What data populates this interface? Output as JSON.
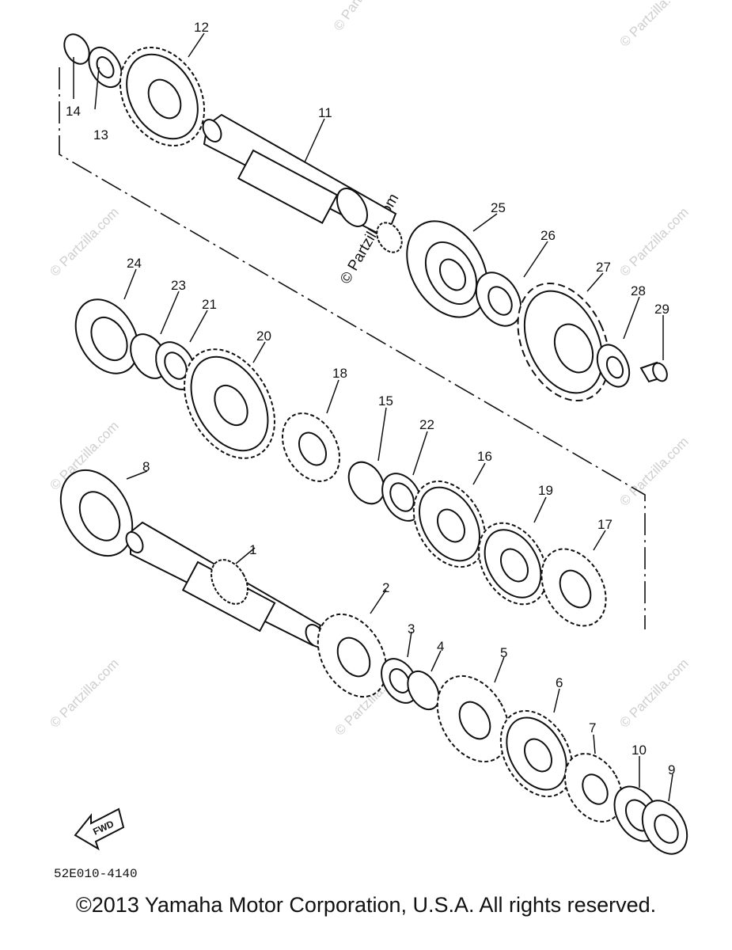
{
  "diagram": {
    "part_numbers": [
      "1",
      "2",
      "3",
      "4",
      "5",
      "6",
      "7",
      "8",
      "9",
      "10",
      "11",
      "12",
      "13",
      "14",
      "15",
      "16",
      "17",
      "18",
      "19",
      "20",
      "21",
      "22",
      "23",
      "24",
      "25",
      "26",
      "27",
      "28",
      "29"
    ],
    "direction_label": "FWD",
    "drawing_code": "52E010-4140",
    "watermark": "© Partzilla.com"
  },
  "footer": {
    "copyright": "©2013  Yamaha Motor Corporation, U.S.A. All rights reserved."
  }
}
